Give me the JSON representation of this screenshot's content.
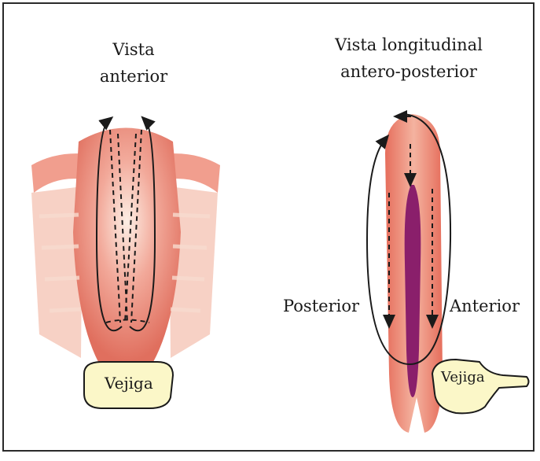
{
  "left_panel": {
    "title_line1": "Vista",
    "title_line2": "anterior",
    "bladder_label": "Vejiga"
  },
  "right_panel": {
    "title_line1": "Vista longitudinal",
    "title_line2": "antero-posterior",
    "posterior_label": "Posterior",
    "anterior_label": "Anterior",
    "bladder_label": "Vejiga"
  },
  "colors": {
    "uterus_tissue": "#e8806c",
    "uterus_highlight": "#fbe6da",
    "cavity": "#8a1f6b",
    "bladder_fill": "#fbf7c8",
    "line": "#1a1a1a"
  }
}
